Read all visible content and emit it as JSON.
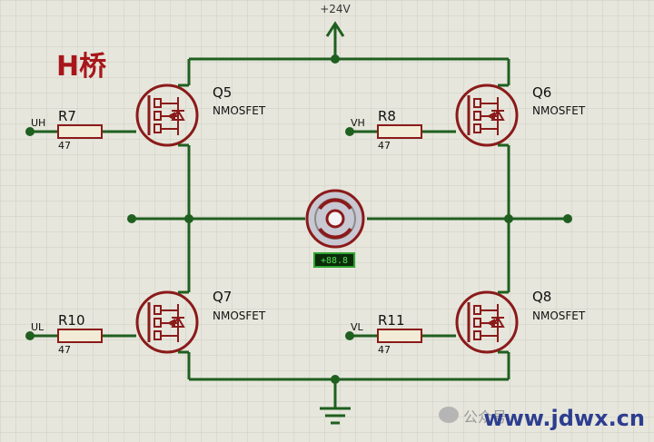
{
  "title": "H桥",
  "supply_label": "+24V",
  "transistors": [
    {
      "id": "q5",
      "label": "Q5",
      "type": "NMOSFET"
    },
    {
      "id": "q6",
      "label": "Q6",
      "type": "NMOSFET"
    },
    {
      "id": "q7",
      "label": "Q7",
      "type": "NMOSFET"
    },
    {
      "id": "q8",
      "label": "Q8",
      "type": "NMOSFET"
    }
  ],
  "resistors": [
    {
      "id": "r7",
      "label": "R7",
      "value": "47"
    },
    {
      "id": "r8",
      "label": "R8",
      "value": "47"
    },
    {
      "id": "r10",
      "label": "R10",
      "value": "47"
    },
    {
      "id": "r11",
      "label": "R11",
      "value": "47"
    }
  ],
  "inputs": {
    "uh": "UH",
    "vh": "VH",
    "ul": "UL",
    "vl": "VL"
  },
  "motor_readout": "+88.8",
  "watermark": {
    "prefix": "公众号",
    "site": "www.jdwx.cn"
  },
  "colors": {
    "background": "#e6e6dc",
    "grid": "#cdcdc3",
    "wire": "#1f5f1f",
    "component": "#8b1a1a",
    "resistor_fill": "#f2ecd6",
    "title": "#a8161b"
  }
}
